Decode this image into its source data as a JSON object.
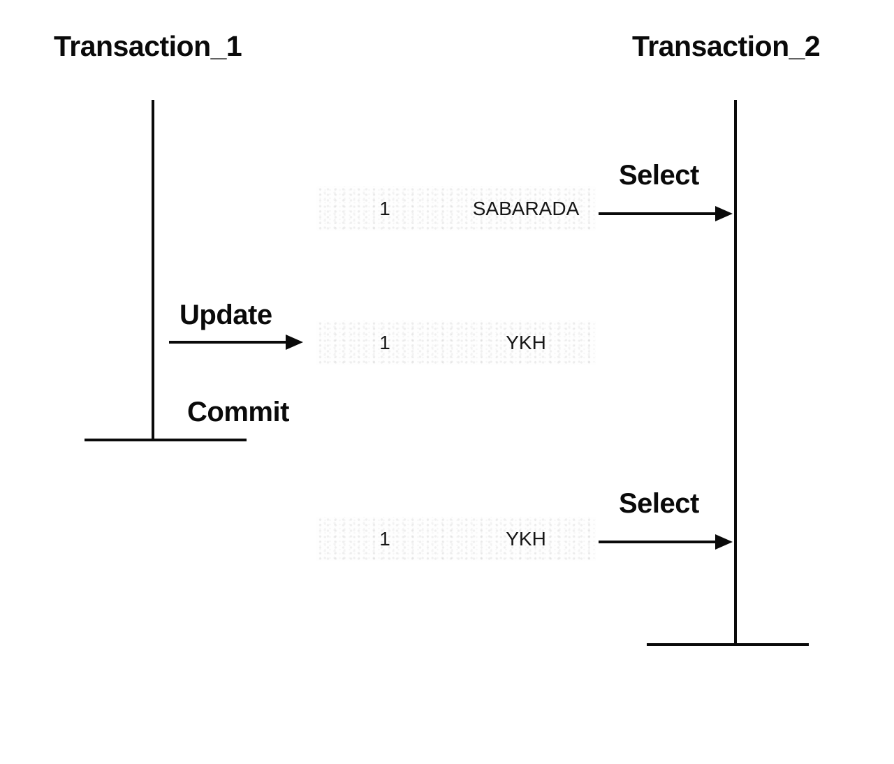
{
  "diagram": {
    "kind": "transaction-sequence-diagram",
    "background_color": "#ffffff",
    "line_color": "#0a0a0a",
    "lifelines": [
      {
        "title": "Transaction_1"
      },
      {
        "title": "Transaction_2"
      }
    ],
    "messages": {
      "select_1": {
        "label": "Select"
      },
      "update": {
        "label": "Update"
      },
      "commit": {
        "label": "Commit"
      },
      "select_2": {
        "label": "Select"
      }
    },
    "rows": [
      {
        "id": "1",
        "value": "SABARADA"
      },
      {
        "id": "1",
        "value": "YKH"
      },
      {
        "id": "1",
        "value": "YKH"
      }
    ]
  }
}
